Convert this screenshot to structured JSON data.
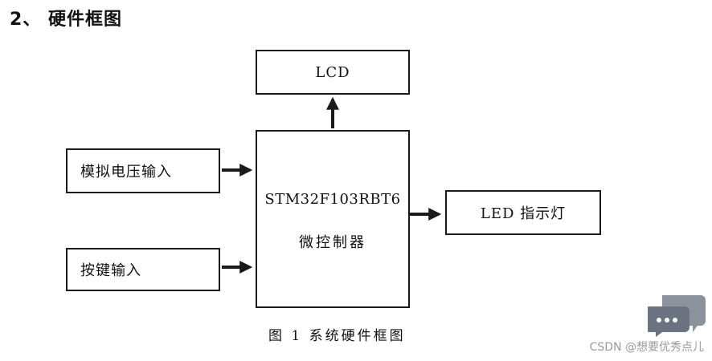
{
  "heading": "2、 硬件框图",
  "boxes": {
    "lcd": "LCD",
    "mcu_model": "STM32F103RBT6",
    "mcu_label": "微控制器",
    "analog_input": "模拟电压输入",
    "key_input": "按键输入",
    "led": "LED 指示灯"
  },
  "caption": "图 1  系统硬件框图",
  "watermark": "CSDN @想要优秀点儿",
  "icons": {
    "watermark_logo": "chat-bubble-icon"
  },
  "colors": {
    "line": "#1a1a1a",
    "watermark": "#9a9a9a",
    "logo": "#6b7280"
  }
}
